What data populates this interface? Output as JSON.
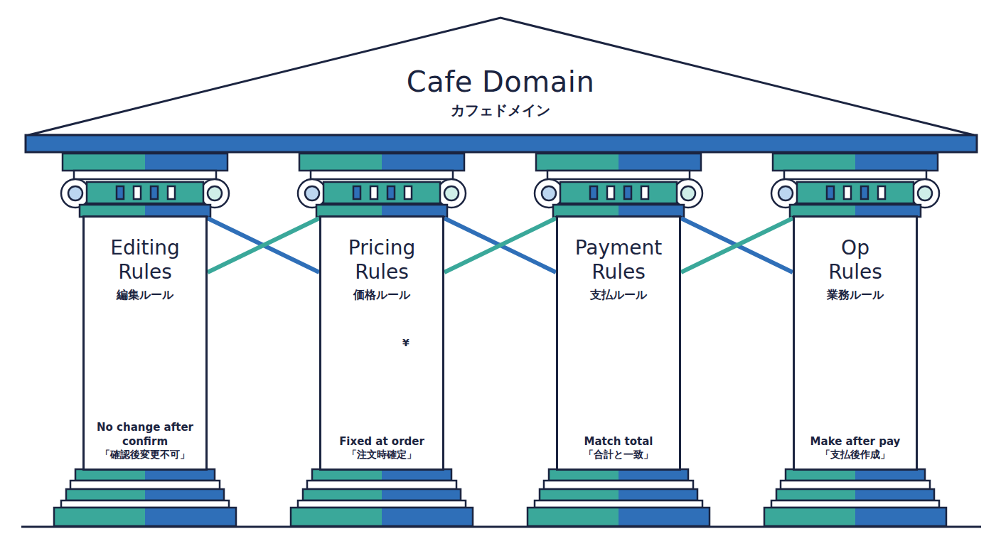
{
  "diagram": {
    "nodes": [
      {
        "text": [
          "Cafe Domain",
          "カフェドメイン"
        ]
      },
      {
        "text": [
          "Editing Rules",
          "編集ルール",
          "No change after confirm",
          "「確認後変更不可」"
        ]
      },
      {
        "text": [
          "Pricing Rules",
          "価格ルール",
          "Fixed at order",
          "「注文時確定」"
        ]
      },
      {
        "text": [
          "Payment Rules",
          "支払ルール",
          "Match total",
          "「合計と一致」"
        ]
      },
      {
        "text": [
          "Op Rules",
          "業務ルール",
          "Make after pay",
          "「支払後作成」"
        ]
      }
    ],
    "edges": [
      {
        "from": 1,
        "to": 2,
        "arrow": "none"
      },
      {
        "from": 1,
        "to": 2,
        "arrow": "none"
      },
      {
        "from": 2,
        "to": 3,
        "arrow": "none"
      },
      {
        "from": 2,
        "to": 3,
        "arrow": "none"
      },
      {
        "from": 3,
        "to": 4,
        "arrow": "none"
      },
      {
        "from": 3,
        "to": 4,
        "arrow": "none"
      }
    ],
    "labels": [
      "¥"
    ]
  }
}
